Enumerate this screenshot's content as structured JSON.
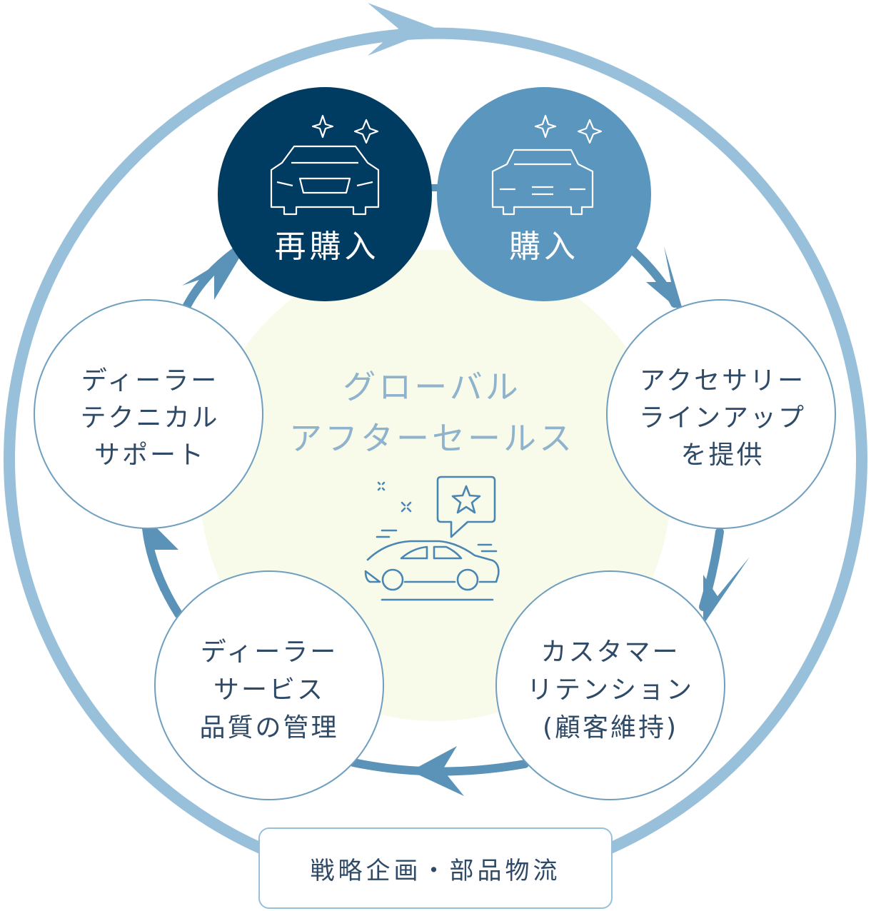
{
  "colors": {
    "outer_ring": "#99c0da",
    "cycle_arrow": "#5b92b8",
    "dark_node": "#003b61",
    "mid_node": "#5b96bf",
    "node_stroke": "#6f9fc0",
    "center_fill": "#f8fbea",
    "text": "#2f4a66",
    "center_text": "#8fb3cc",
    "icon": "#4a86b4"
  },
  "center": {
    "line1": "グローバル",
    "line2": "アフターセールス",
    "icon": "car-with-star-review-icon"
  },
  "nodes": {
    "rebuy": {
      "label": "再購入",
      "icon": "car-sparkle-icon"
    },
    "buy": {
      "label": "購入",
      "icon": "car-sparkle-icon"
    },
    "accessory": {
      "line1": "アクセサリー",
      "line2": "ラインアップ",
      "line3": "を提供"
    },
    "retention": {
      "line1": "カスタマー",
      "line2": "リテンション",
      "line3": "(顧客維持)"
    },
    "quality": {
      "line1": "ディーラー",
      "line2": "サービス",
      "line3": "品質の管理"
    },
    "support": {
      "line1": "ディーラー",
      "line2": "テクニカル",
      "line3": "サポート"
    }
  },
  "footer": {
    "label": "戦略企画・部品物流"
  }
}
